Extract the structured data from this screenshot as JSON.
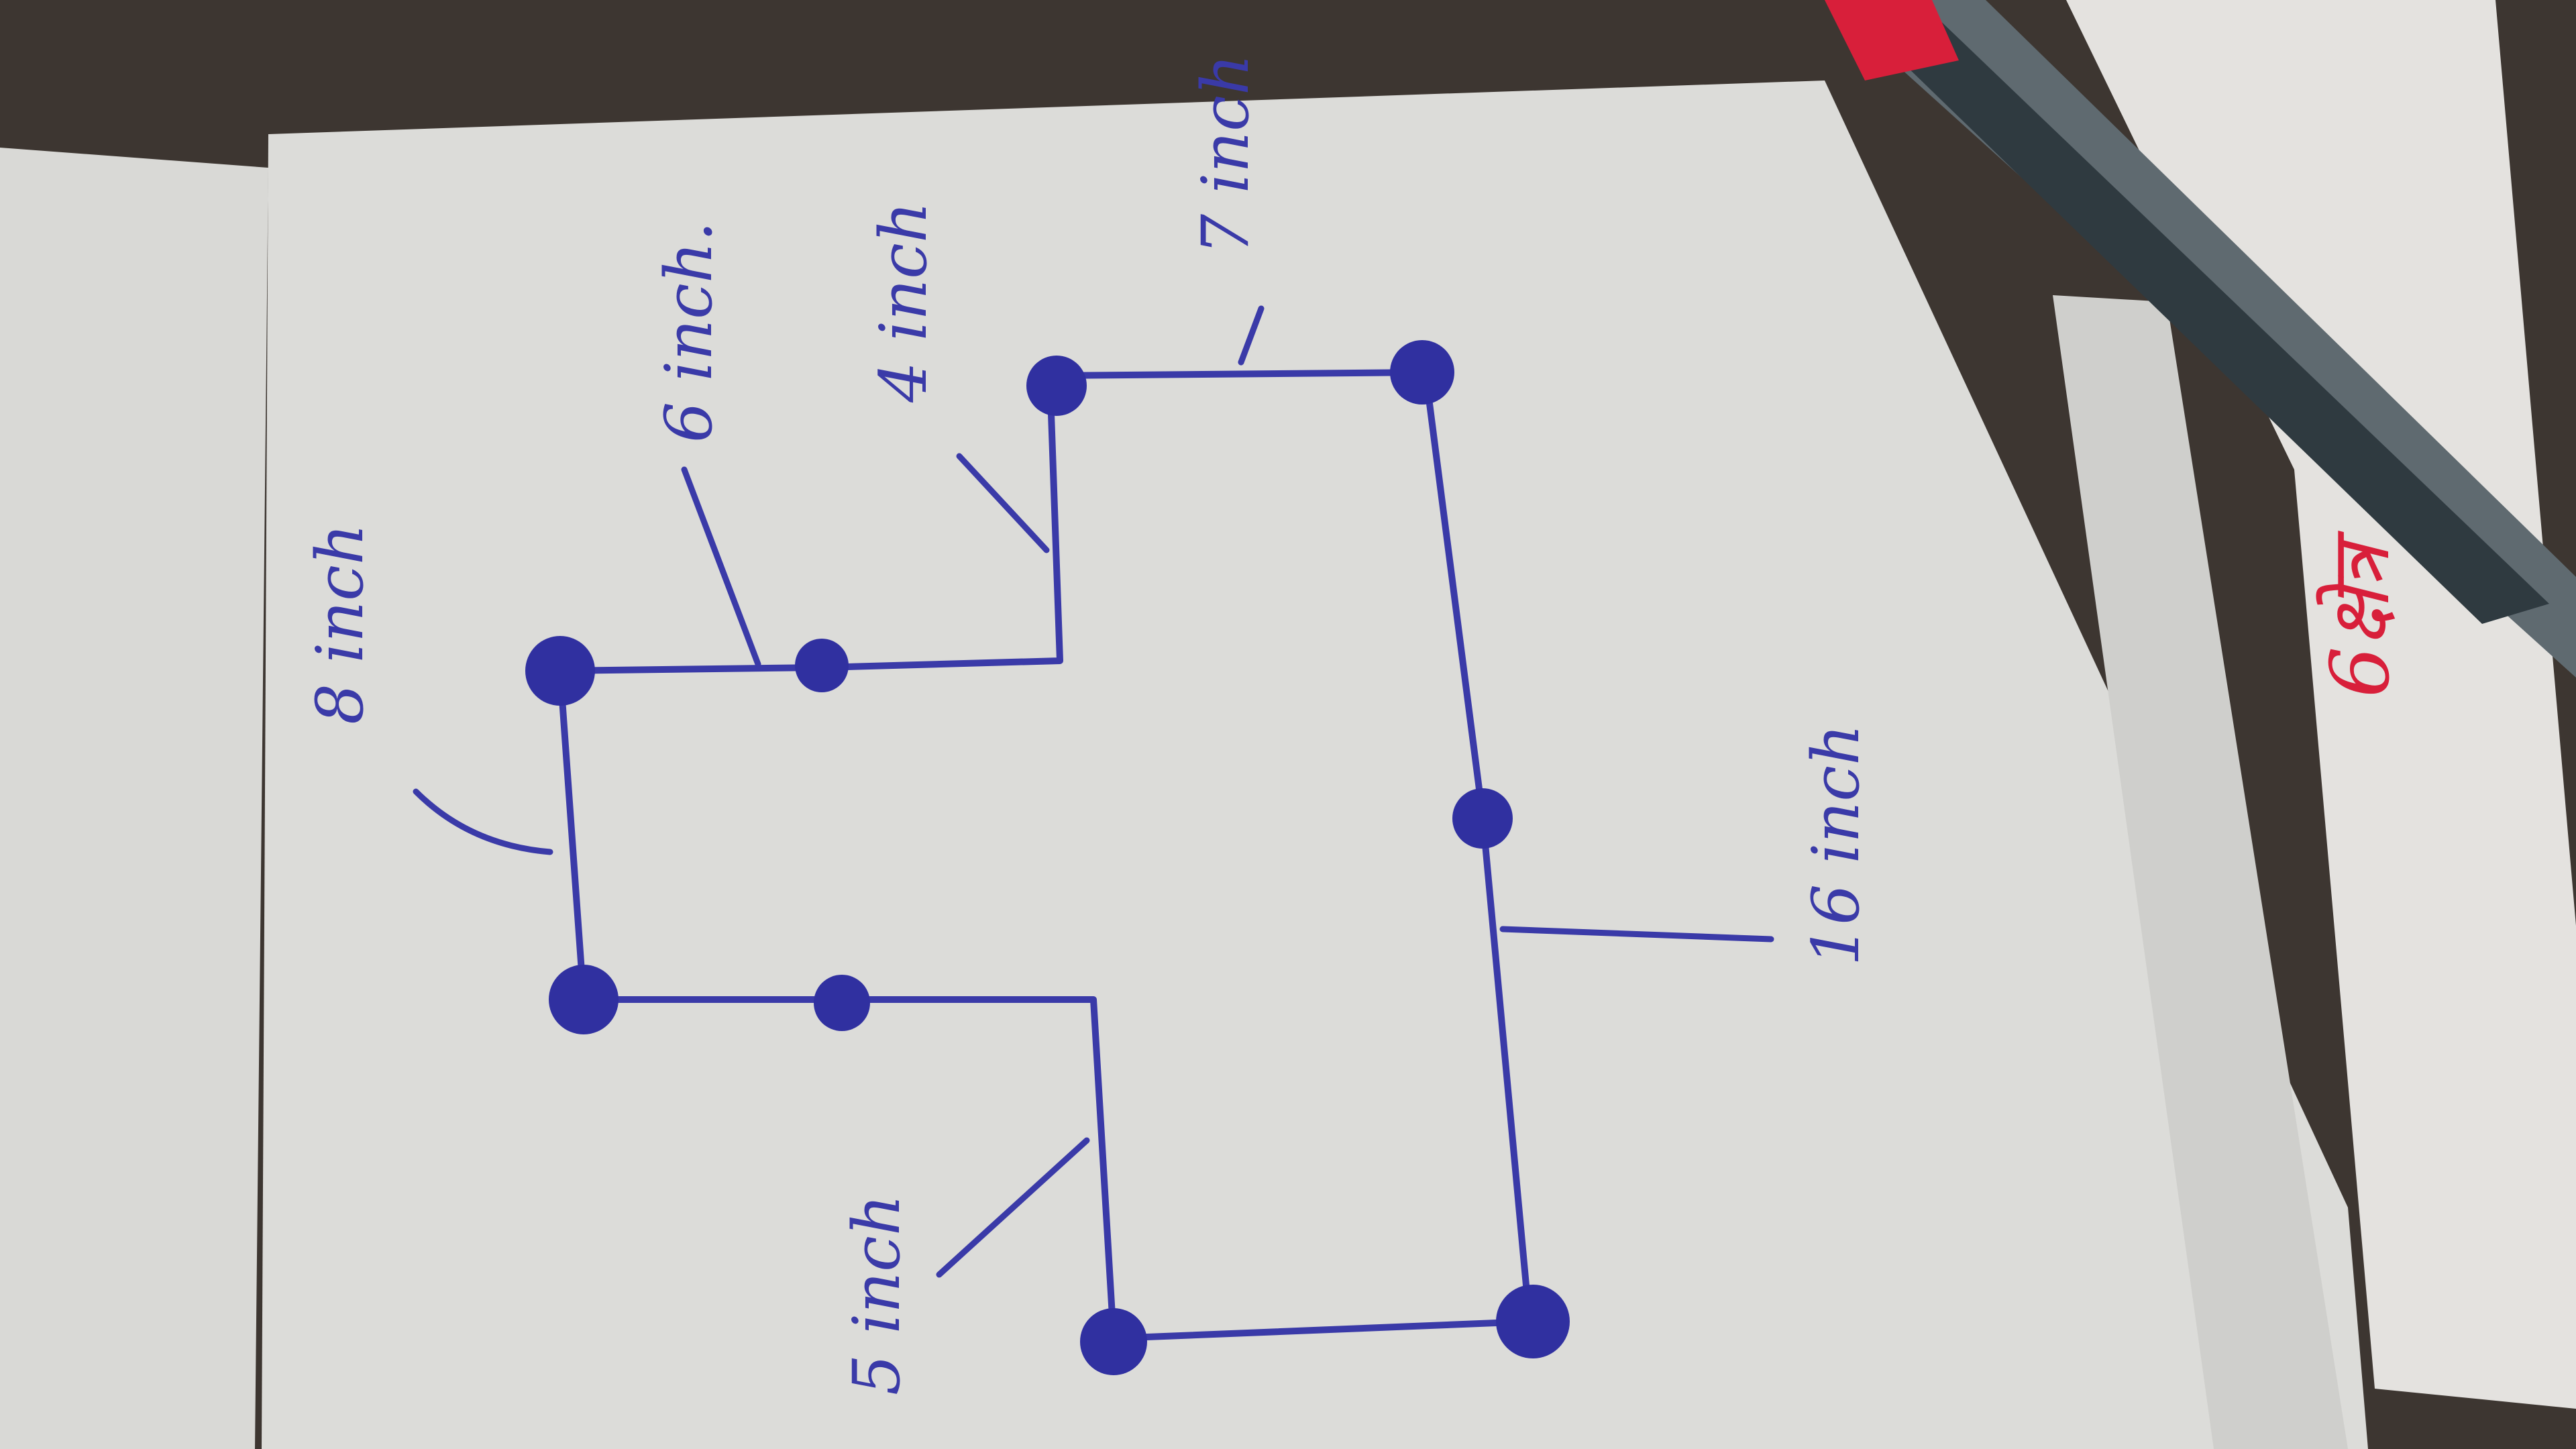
{
  "photo": {
    "subject": "hand-drawn-figure",
    "ink_color": "#3a3aa8",
    "pen_cap_color": "#d81f3a"
  },
  "labels": {
    "top_left": "8 inch",
    "top_mid": "6 inch.",
    "top_right_inner": "4 inch",
    "top_far_right": "7 inch",
    "bottom_left": "5 inch",
    "bottom_long": "16 inch"
  },
  "background_red_text": "6क्षेत्र"
}
